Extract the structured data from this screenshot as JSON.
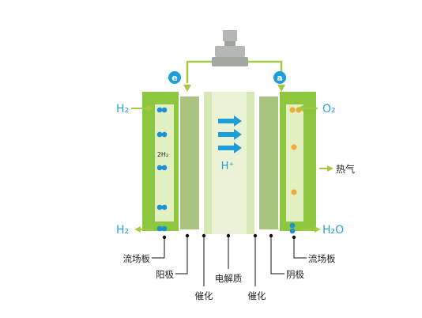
{
  "colors": {
    "plate_green": "#8dc63f",
    "plate_inner": "#e2f0c2",
    "electrode": "#a9c47f",
    "electrolyte": "#eaf3d5",
    "arrow_blue": "#1c9ed9",
    "wire_green": "#a5c93f",
    "motor_gray": "#b3b8b2",
    "h2_dot": "#1e90d6",
    "o2_dot": "#f2a93b",
    "leader": "#111111"
  },
  "icons": {
    "motor": "motor-icon",
    "electron_badge": "electron-badge-icon",
    "anode_badge": "a-badge-icon"
  },
  "badges": {
    "electron": "e",
    "anode": "a"
  },
  "inputs": {
    "h2_in": "H₂",
    "o2_in": "O₂"
  },
  "outputs": {
    "h2_out": "H₂",
    "h2o_out": "H₂O",
    "heat": "热气"
  },
  "center": {
    "h2_label": "2H₂",
    "proton": "H⁺"
  },
  "callouts": {
    "flow_plate_left": "流场板",
    "anode": "阳极",
    "catalyst_left": "催化",
    "electrolyte": "电解质",
    "catalyst_right": "催化",
    "cathode": "阴极",
    "flow_plate_right": "流场板"
  }
}
